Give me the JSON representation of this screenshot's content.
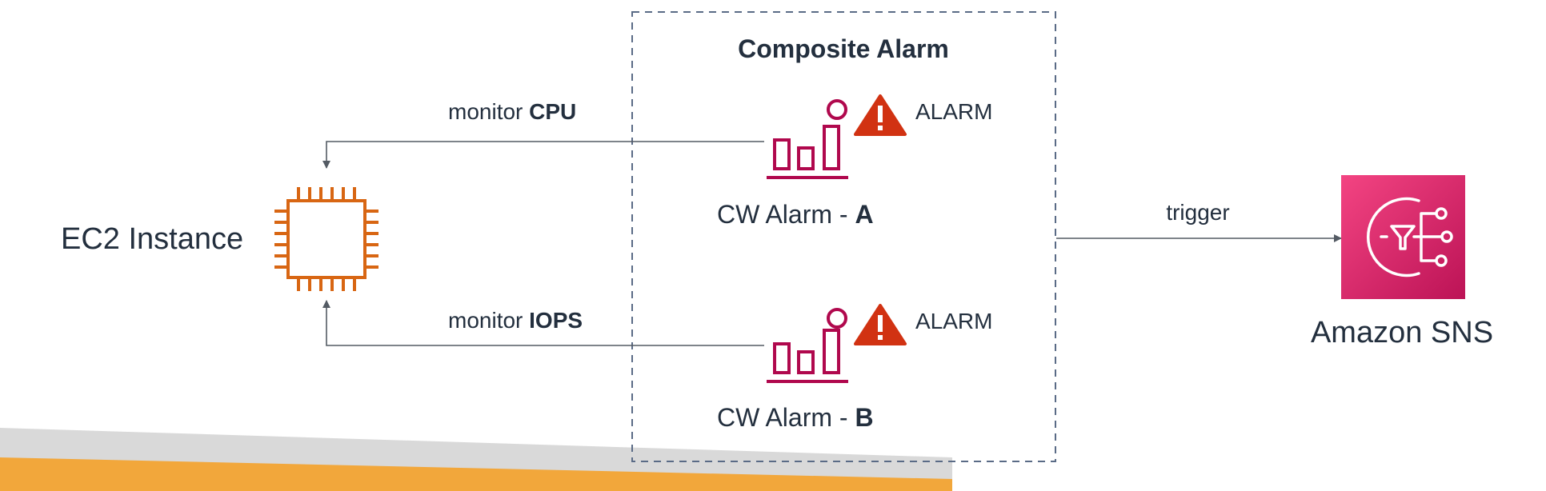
{
  "composite": {
    "title": "Composite Alarm"
  },
  "ec2": {
    "label": "EC2 Instance",
    "icon": "ec2-chip-icon"
  },
  "alarm_a": {
    "monitor_prefix": "monitor ",
    "monitor_metric": "CPU",
    "state": "ALARM",
    "name_prefix": "CW Alarm - ",
    "name_letter": "A",
    "icon": "cloudwatch-alarm-icon"
  },
  "alarm_b": {
    "monitor_prefix": "monitor ",
    "monitor_metric": "IOPS",
    "state": "ALARM",
    "name_prefix": "CW Alarm - ",
    "name_letter": "B",
    "icon": "cloudwatch-alarm-icon"
  },
  "trigger": {
    "label": "trigger"
  },
  "sns": {
    "label": "Amazon SNS",
    "icon": "sns-icon"
  },
  "colors": {
    "ec2_orange": "#D86613",
    "alarm_crimson": "#B0084D",
    "warning_red": "#D13212",
    "sns_pink_top": "#F34482",
    "sns_pink_bottom": "#BC1356",
    "line_gray": "#545b64",
    "dash_border": "#5a6b86",
    "footer_gray": "#d9d9d9",
    "footer_orange": "#f2a73b"
  }
}
